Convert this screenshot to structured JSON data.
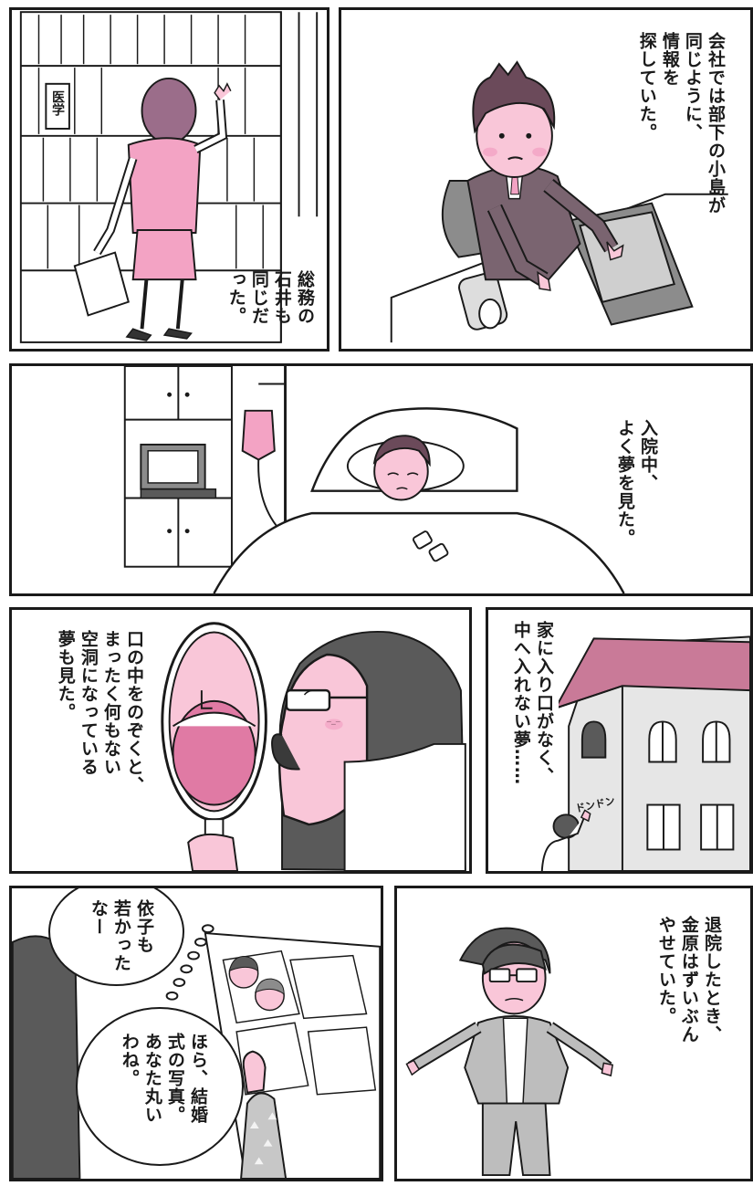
{
  "panels": {
    "p1": {
      "caption": "総務の\n石井も\n同じだ\nった。",
      "shelf_label": "医学"
    },
    "p2": {
      "caption": "会社では部下の小島が\n同じように、\n情報を\n探していた。"
    },
    "p3": {
      "caption": "入院中、\nよく夢を見た。"
    },
    "p4": {
      "caption": "口の中をのぞくと、\nまったく何もない\n空洞になっている\n夢も見た。"
    },
    "p5": {
      "caption": "家に入り口がなく、\n中へ入れない夢……",
      "sfx": "ドンドン"
    },
    "p6": {
      "bubble_top": "依子も\n若かった\nなー",
      "bubble_bottom": "ほら、結婚\n式の写真。\nあなた丸い\nわね。"
    },
    "p7": {
      "caption": "退院したとき、\n金原はずいぶん\nやせていた。"
    }
  },
  "colors": {
    "ink": "#1a1a1a",
    "pink": "#f3a3c4",
    "skin": "#f9c6d8",
    "gray": "#8c8c8c",
    "dark_gray": "#5a5a5a"
  }
}
